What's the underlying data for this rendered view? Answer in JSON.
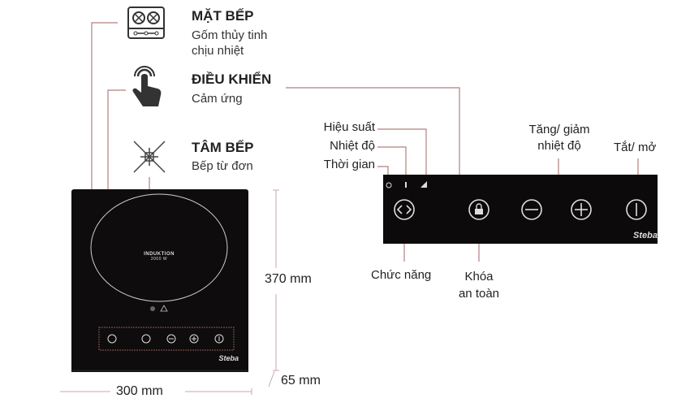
{
  "features": [
    {
      "icon": "cooktop-icon",
      "title": "MẶT BẾP",
      "lines": [
        "Gốm thủy tinh",
        "chịu nhiệt"
      ]
    },
    {
      "icon": "touch-hand-icon",
      "title": "ĐIỀU KHIỂN",
      "lines": [
        "Cảm ứng"
      ]
    },
    {
      "icon": "burner-zone-icon",
      "title": "TÂM BẾP",
      "lines": [
        "Bếp từ đơn"
      ]
    }
  ],
  "indicators": [
    "Hiệu suất",
    "Nhiệt độ",
    "Thời gian"
  ],
  "controls": {
    "temp_label": [
      "Tăng/ giảm",
      "nhiệt độ"
    ],
    "power_label": "Tắt/ mở",
    "function_label": "Chức năng",
    "lock_label": [
      "Khóa",
      "an toàn"
    ]
  },
  "panel_brand": "Steba",
  "cooktop": {
    "zone_label": "INDUKTION",
    "zone_power": "2000 W",
    "brand": "Steba"
  },
  "dimensions": {
    "height": "370 mm",
    "width": "300 mm",
    "depth": "65 mm"
  },
  "colors": {
    "leader": "#b0807e",
    "glass": "#0e0c0c"
  }
}
